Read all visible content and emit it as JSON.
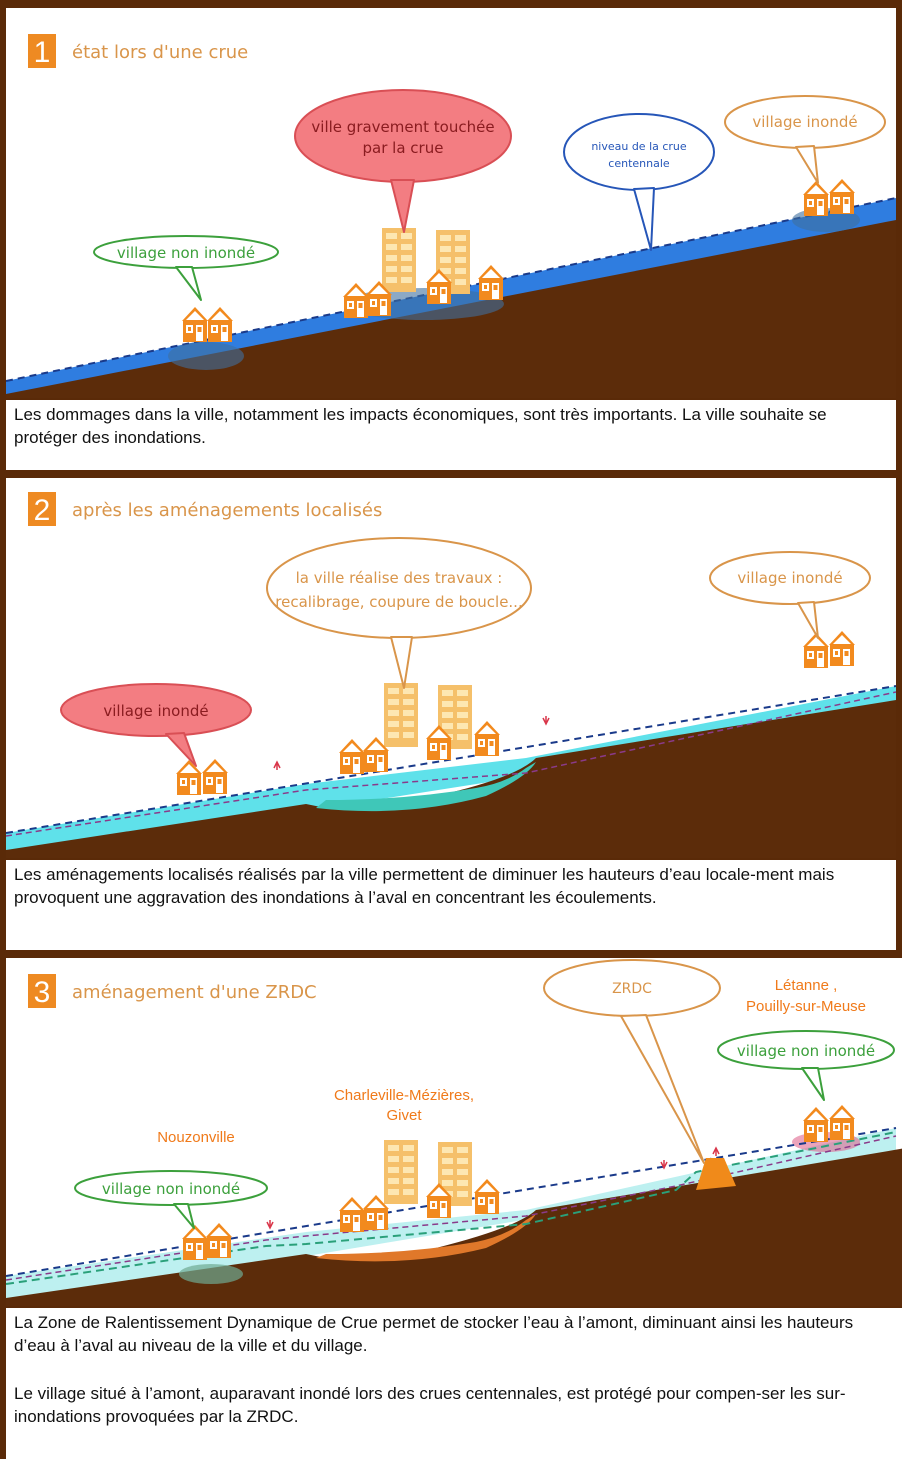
{
  "colors": {
    "frame": "#5a2a08",
    "ground": "#5c2c0a",
    "water_dark": "#2f7de0",
    "water_light": "#5fe1ea",
    "orange": "#f28a1e",
    "num_badge": "#ee8a22",
    "red_bubble": "#f37d82",
    "green_text": "#3ca03c",
    "blue_text": "#2656b8",
    "tan_text": "#d9954a"
  },
  "panels": [
    {
      "number": "1",
      "title": "état lors d'une crue",
      "bubbles": {
        "city": [
          "ville gravement touchée",
          "par la crue"
        ],
        "level": [
          "niveau de la crue",
          "centennale"
        ],
        "upstream": "village inondé",
        "downstream": "village non inondé"
      },
      "caption": "Les dommages dans la ville, notamment les impacts économiques, sont très importants. La ville souhaite se protéger des inondations."
    },
    {
      "number": "2",
      "title": "après les aménagements localisés",
      "bubbles": {
        "city": [
          "la ville réalise des travaux :",
          "recalibrage, coupure de boucle..."
        ],
        "upstream": "village inondé",
        "downstream": "village inondé"
      },
      "caption": "Les aménagements localisés réalisés par la ville permettent de diminuer les hauteurs d’eau locale-ment mais provoquent une aggravation des inondations à l’aval en concentrant les écoulements."
    },
    {
      "number": "3",
      "title": "aménagement d'une ZRDC",
      "bubbles": {
        "zrdc": "ZRDC",
        "upstream": "village non inondé",
        "downstream": "village non inondé"
      },
      "place_labels": {
        "downstream_village": "Nouzonville",
        "city": [
          "Charleville-Mézières,",
          "Givet"
        ],
        "upstream_village": [
          "Létanne ,",
          "Pouilly-sur-Meuse"
        ]
      },
      "caption": "La Zone de Ralentissement Dynamique de Crue permet de stocker l’eau à l’amont, diminuant ainsi les hauteurs d’eau à l’aval au niveau de la ville et du village.",
      "caption_extra": "Le village situé à l’amont, auparavant inondé lors des crues centennales, est protégé pour compen-ser les sur-inondations provoquées par la ZRDC."
    }
  ]
}
